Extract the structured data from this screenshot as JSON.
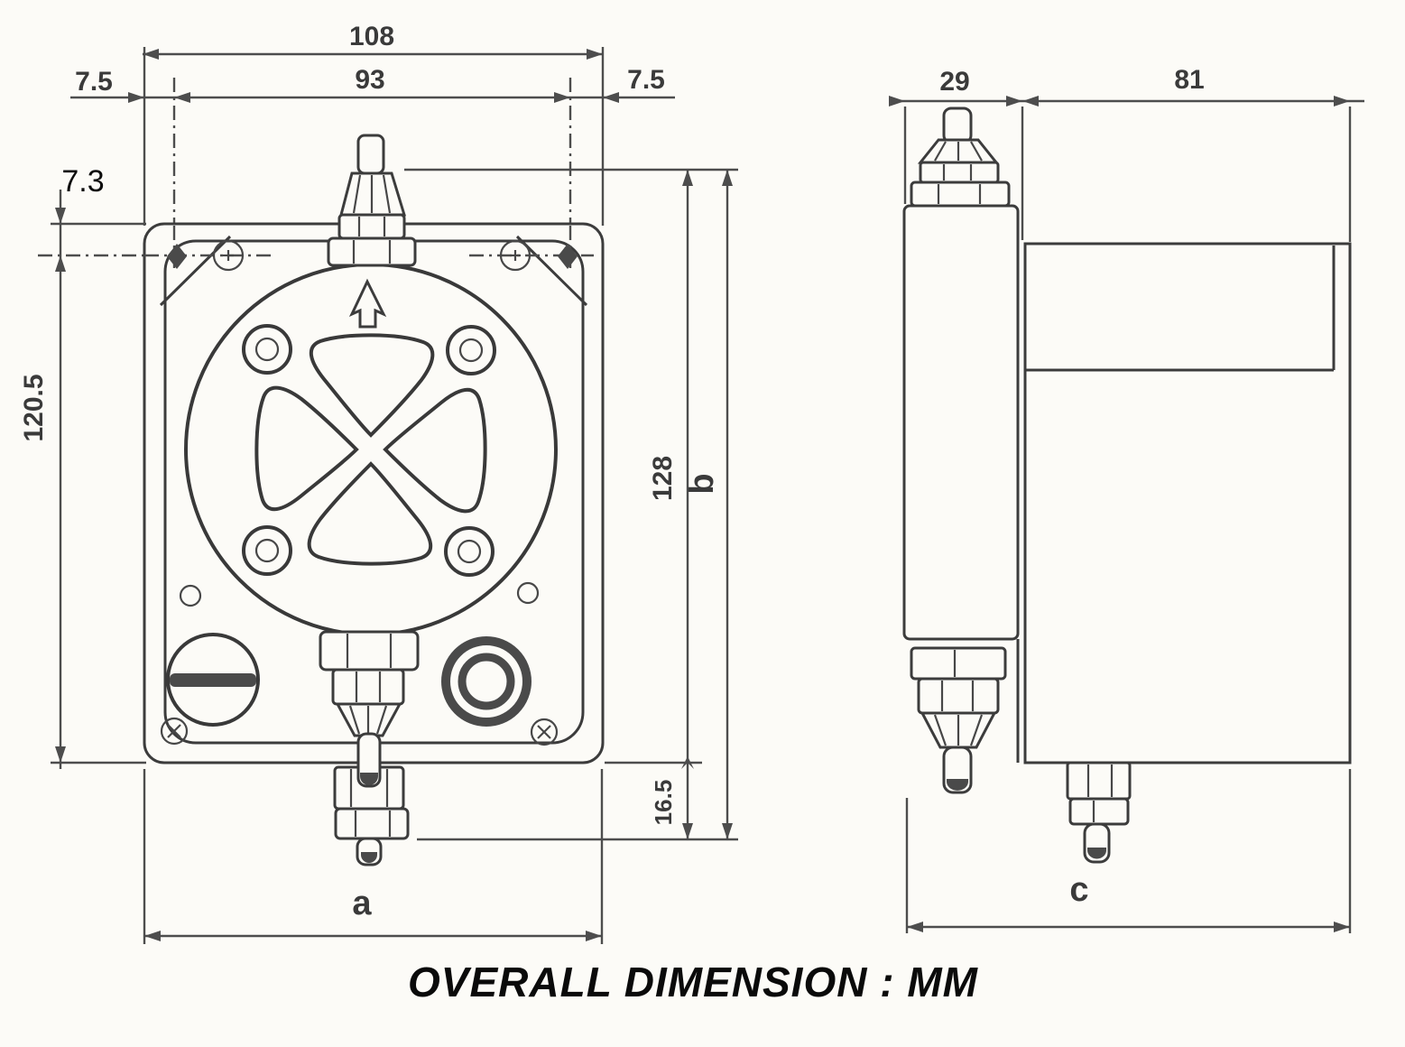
{
  "caption": "OVERALL DIMENSION : MM",
  "front_view": {
    "dims": {
      "overall_width": "108",
      "mount_hole_span": "93",
      "edge_to_hole_left": "7.5",
      "edge_to_hole_right": "7.5",
      "top_edge_to_hole": "7.3",
      "plate_height": "120.5",
      "body_height": "128",
      "overall_height": "b",
      "bottom_stub": "16.5",
      "overall_width_letter": "a"
    }
  },
  "side_view": {
    "dims": {
      "head_depth": "29",
      "body_depth": "81",
      "overall_depth": "c"
    }
  }
}
